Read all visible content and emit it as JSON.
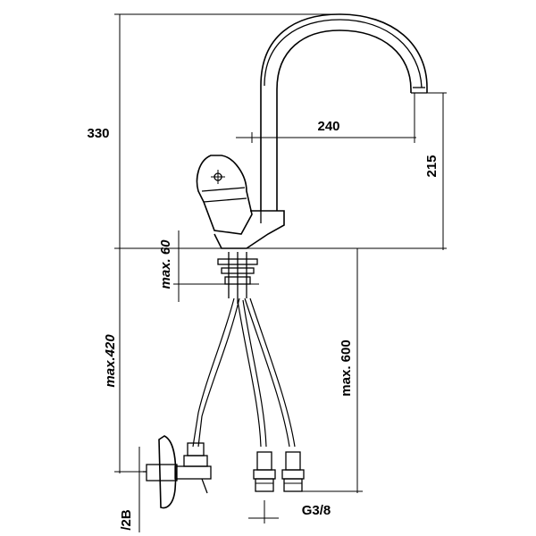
{
  "dimensions": {
    "total_height": "330",
    "spout_reach": "240",
    "spout_height": "215",
    "max_mount": "max. 60",
    "max_420": "max.420",
    "max_600": "max. 600",
    "thread": "G3/8",
    "valve": "/2B"
  }
}
